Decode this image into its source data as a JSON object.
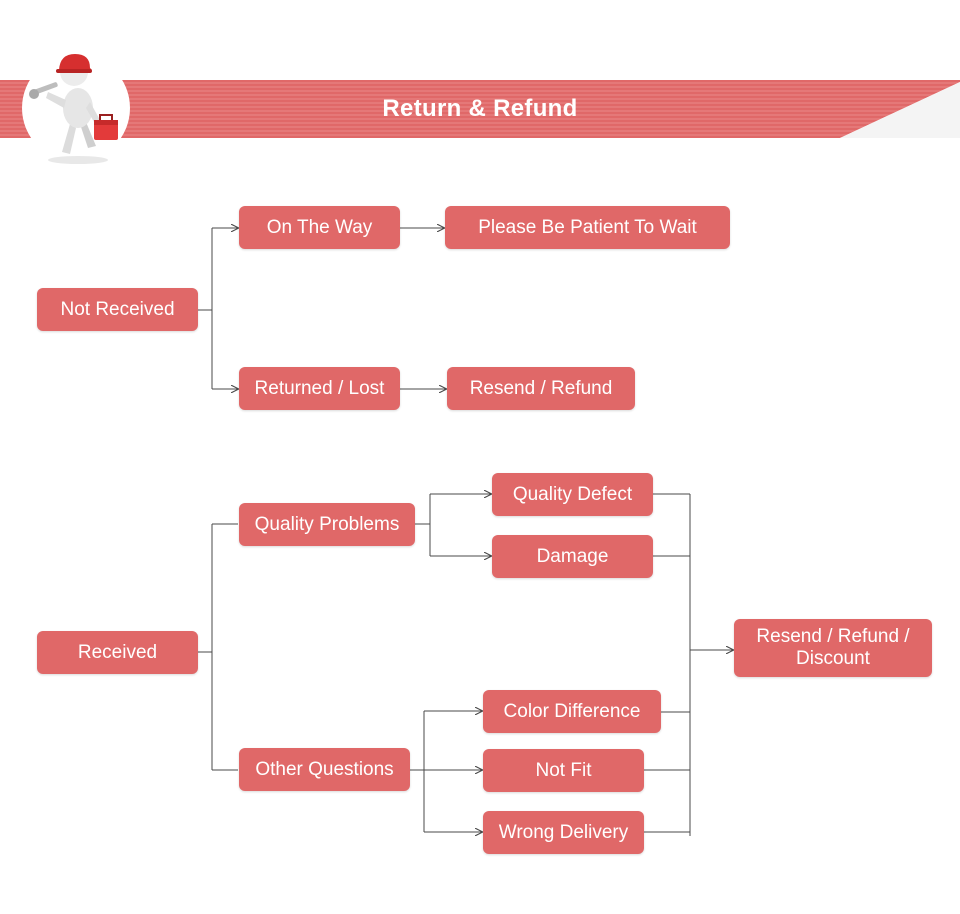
{
  "banner": {
    "title": "Return & Refund",
    "color": "#e06868",
    "stripe_color": "#ea9090"
  },
  "mascot": {
    "icon": "mascot-repairman-icon",
    "helmet_color": "#d62f2f",
    "toolbox_color": "#e33a3a"
  },
  "colors": {
    "node": "#e06868",
    "node_text": "#ffffff",
    "connector": "#4a4a4a"
  },
  "diagram": {
    "not_received": {
      "root": "Not Received",
      "on_the_way": "On The Way",
      "please_wait": "Please Be Patient To Wait",
      "returned_lost": "Returned / Lost",
      "resend_refund": "Resend / Refund"
    },
    "received": {
      "root": "Received",
      "quality_problems": "Quality Problems",
      "quality_defect": "Quality Defect",
      "damage": "Damage",
      "other_questions": "Other Questions",
      "color_difference": "Color Difference",
      "not_fit": "Not Fit",
      "wrong_delivery": "Wrong Delivery",
      "outcome_line1": "Resend / Refund /",
      "outcome_line2": "Discount"
    }
  }
}
